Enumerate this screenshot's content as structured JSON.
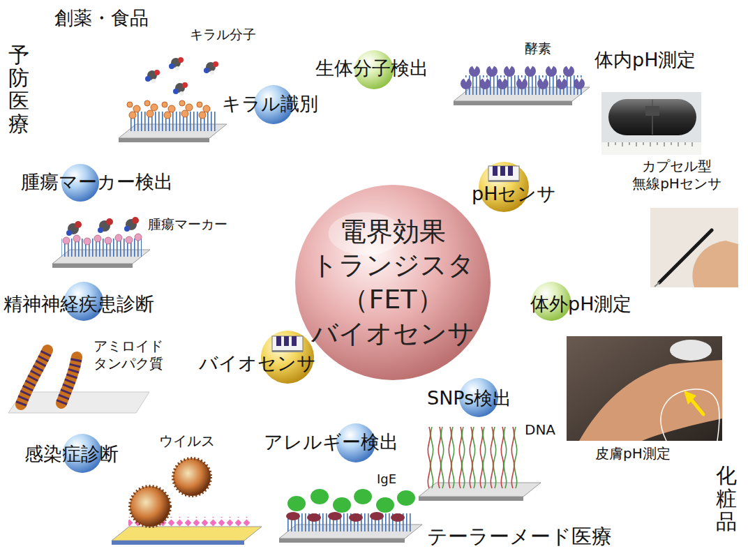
{
  "diagram": {
    "nodes": [
      {
        "text": [
          "キラル識別"
        ]
      },
      {
        "text": [
          "生体分子検出"
        ]
      },
      {
        "text": [
          "pHセンサ"
        ]
      },
      {
        "text": [
          "腫瘍マーカー検出"
        ]
      },
      {
        "text": [
          "電界効果 トランジスタ （FET） バイオセンサ"
        ]
      },
      {
        "text": [
          "精神神経疾患診断"
        ]
      },
      {
        "text": [
          "体外pH測定"
        ]
      },
      {
        "text": [
          "バイオセンサ"
        ]
      },
      {
        "text": [
          "SNPs検出"
        ]
      },
      {
        "text": [
          "感染症診断"
        ]
      },
      {
        "text": [
          "アレルギー検出"
        ]
      }
    ],
    "labels": [
      "創薬・食品",
      "予防医療",
      "キラル分子",
      "酵素",
      "体内pH測定",
      "カプセル型 無線pHセンサ",
      "腫瘍マーカー",
      "アミロイド タンパク質",
      "ウイルス",
      "IgE",
      "DNA",
      "皮膚pH測定",
      "テーラーメード医療",
      "化粧品"
    ]
  }
}
